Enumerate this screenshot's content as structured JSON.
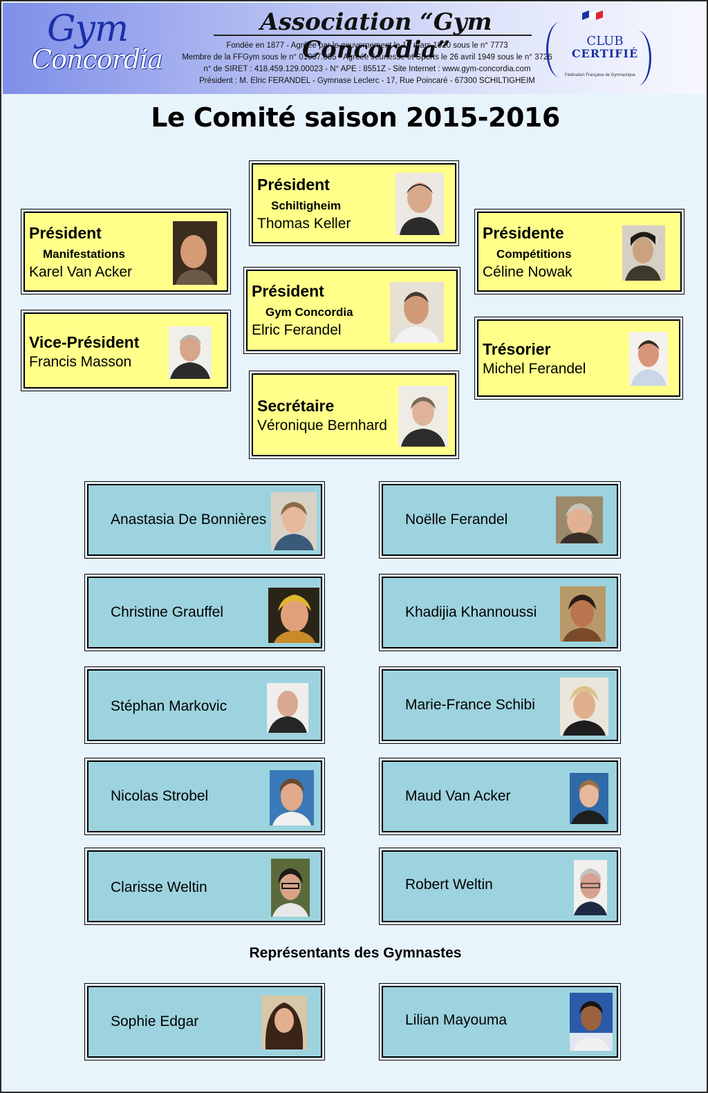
{
  "header": {
    "logo_line1": "Gym",
    "logo_line2": "Concordia",
    "title": "Association “Gym Concordia”",
    "info": [
      "Fondée en 1877 - Agréée par le gouvernement le 16 mars 1920 sous le n° 7773",
      "Membre de la FFGym sous le n° 01067.085 - Agréée Jeunesse et Sports le 26 avril 1949 sous le n° 3726",
      "n° de SIRET : 418.459.129.00023 - N° APE : 8551Z - Site Internet : www.gym-concordia.com",
      "Président : M. Elric FERANDEL - Gymnase Leclerc - 17, Rue Poincaré - 67300 SCHILTIGHEIM"
    ],
    "club_line1": "CLUB",
    "club_line2": "CERTIFIÉ",
    "club_federation": "Fédération Française de Gymnastique"
  },
  "main_title": "Le Comité saison 2015-2016",
  "board": {
    "pres_schiltigheim": {
      "role": "Président",
      "sub": "Schiltigheim",
      "name": "Thomas Keller"
    },
    "pres_manifestations": {
      "role": "Président",
      "sub": "Manifestations",
      "name": "Karel Van Acker"
    },
    "pres_competitions": {
      "role": "Présidente",
      "sub": "Compétitions",
      "name": "Céline Nowak"
    },
    "pres_gym": {
      "role": "Président",
      "sub": "Gym Concordia",
      "name": "Elric Ferandel"
    },
    "vice_president": {
      "role": "Vice-Président",
      "name": "Francis Masson"
    },
    "tresorier": {
      "role": "Trésorier",
      "name": "Michel Ferandel"
    },
    "secretaire": {
      "role": "Secrétaire",
      "name": "Véronique Bernhard"
    }
  },
  "members": [
    "Anastasia De Bonnières",
    "Noëlle Ferandel",
    "Christine Grauffel",
    "Khadijia Khannoussi",
    "Stéphan Markovic",
    "Marie-France Schibi",
    "Nicolas Strobel",
    "Maud Van Acker",
    "Clarisse Weltin",
    "Robert Weltin"
  ],
  "representatives_title": "Représentants des Gymnastes",
  "representatives": [
    "Sophie Edgar",
    "Lilian Mayouma"
  ]
}
